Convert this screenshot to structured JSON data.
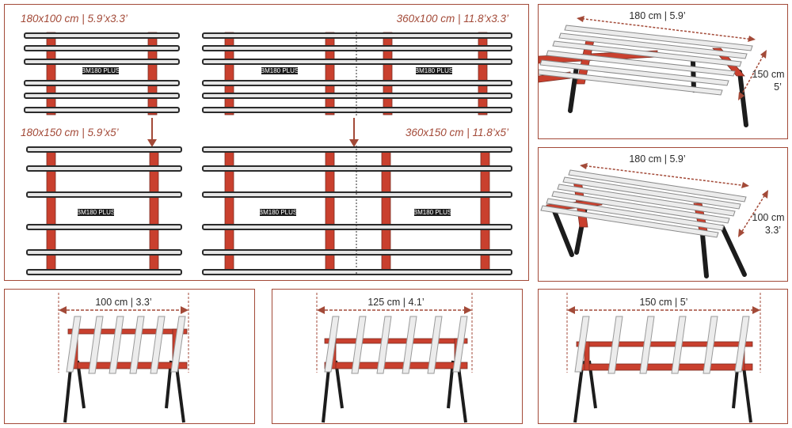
{
  "top_panel": {
    "labels": {
      "c180x100": "180x100 cm | 5.9’x3.3’",
      "c360x100": "360x100 cm | 11.8’x3.3’",
      "c180x150": "180x150 cm | 5.9’x5’",
      "c360x150": "360x150 cm | 11.8’x5’"
    },
    "badge": "BM180 PLUS"
  },
  "right_panels": {
    "top": {
      "length": "180 cm | 5.9’",
      "width_cm": "150 cm",
      "width_ft": "5’"
    },
    "bottom": {
      "length": "180 cm | 5.9’",
      "width_cm": "100 cm",
      "width_ft": "3.3’"
    }
  },
  "bottom_panels": {
    "left": {
      "label": "100 cm | 3.3’"
    },
    "middle": {
      "label": "125 cm | 4.1’"
    },
    "right": {
      "label": "150 cm | 5’"
    }
  },
  "colors": {
    "frame": "#a34a38",
    "beam": "#c9402e",
    "rail": "#2b2b2b",
    "rail_light": "#e6e6e6",
    "arrow": "#a34a38"
  }
}
